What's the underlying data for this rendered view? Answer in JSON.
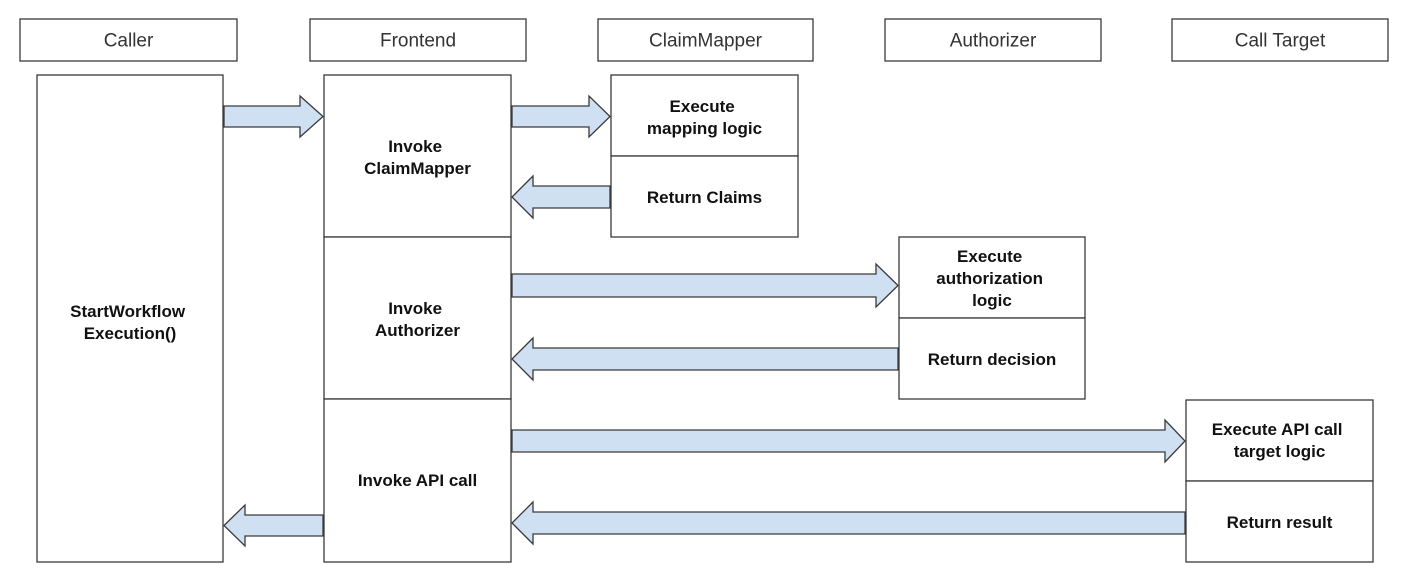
{
  "headers": {
    "caller": "Caller",
    "frontend": "Frontend",
    "claim_mapper": "ClaimMapper",
    "authorizer": "Authorizer",
    "call_target": "Call Target"
  },
  "boxes": {
    "caller": [
      "StartWorkflow",
      "Execution()"
    ],
    "invoke_claim_mapper": [
      "Invoke",
      "ClaimMapper"
    ],
    "invoke_authorizer": [
      "Invoke",
      "Authorizer"
    ],
    "invoke_api_call": [
      "Invoke API call"
    ],
    "execute_mapping": [
      "Execute",
      "mapping logic"
    ],
    "return_claims": [
      "Return Claims"
    ],
    "execute_authorization": [
      "Execute",
      "authorization",
      "logic"
    ],
    "return_decision": [
      "Return decision"
    ],
    "execute_api_call": [
      "Execute API call",
      "target logic"
    ],
    "return_result": [
      "Return result"
    ]
  },
  "colors": {
    "arrow_fill": "#cfe0f3",
    "stroke": "#3a3a3a"
  }
}
